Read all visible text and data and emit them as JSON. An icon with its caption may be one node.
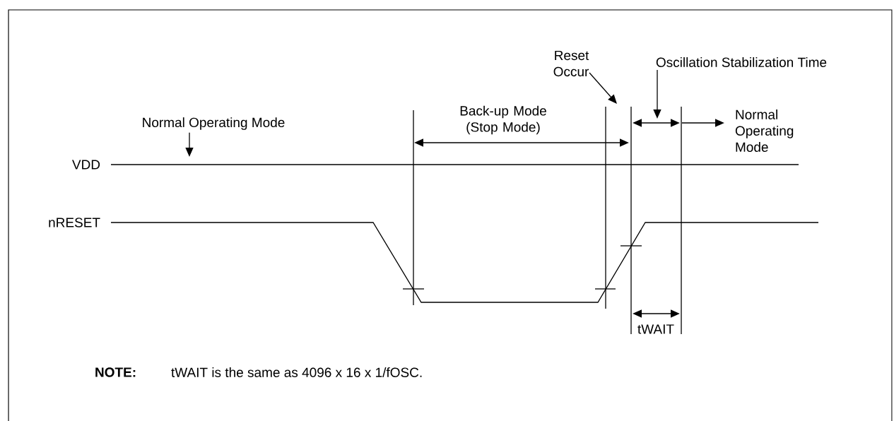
{
  "diagram": {
    "nodes": [
      {
        "text": [
          "Normal Operating Mode"
        ]
      },
      {
        "text": [
          "Reset Occur"
        ]
      },
      {
        "text": [
          "Oscillation Stabilization Time"
        ]
      }
    ],
    "edges": [
      {
        "from": 0,
        "to": null,
        "arrow": "to"
      },
      {
        "from": 1,
        "to": null,
        "arrow": "to"
      },
      {
        "from": 2,
        "to": null,
        "arrow": "to"
      }
    ],
    "labels": [
      "Back-up Mode (Stop Mode)",
      "Normal Operating Mode",
      "VDD",
      "nRESET",
      "tWAIT",
      "NOTE:",
      "tWAIT is the same as 4096 x 16 x 1/fOSC."
    ]
  }
}
